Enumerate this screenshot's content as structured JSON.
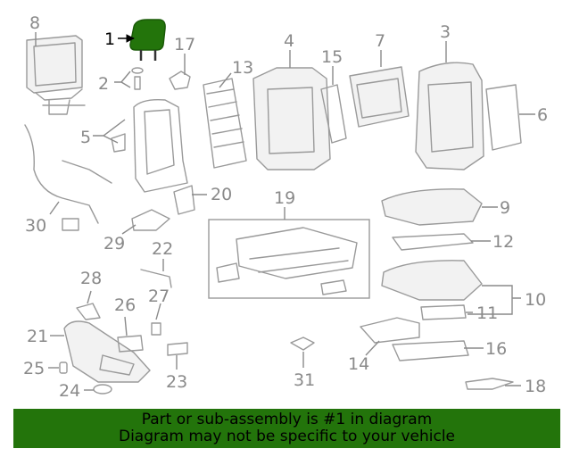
{
  "callouts": [
    "1",
    "2",
    "3",
    "4",
    "5",
    "6",
    "7",
    "8",
    "9",
    "10",
    "11",
    "12",
    "13",
    "14",
    "15",
    "16",
    "17",
    "18",
    "19",
    "20",
    "21",
    "22",
    "23",
    "24",
    "25",
    "26",
    "27",
    "28",
    "29",
    "30",
    "31"
  ],
  "highlighted_callout": "1",
  "highlight_color": "#23740b",
  "banner": {
    "line1": "Part or sub-assembly is #1 in diagram",
    "line2": "Diagram may not be specific to your vehicle",
    "background": "#23740b"
  }
}
